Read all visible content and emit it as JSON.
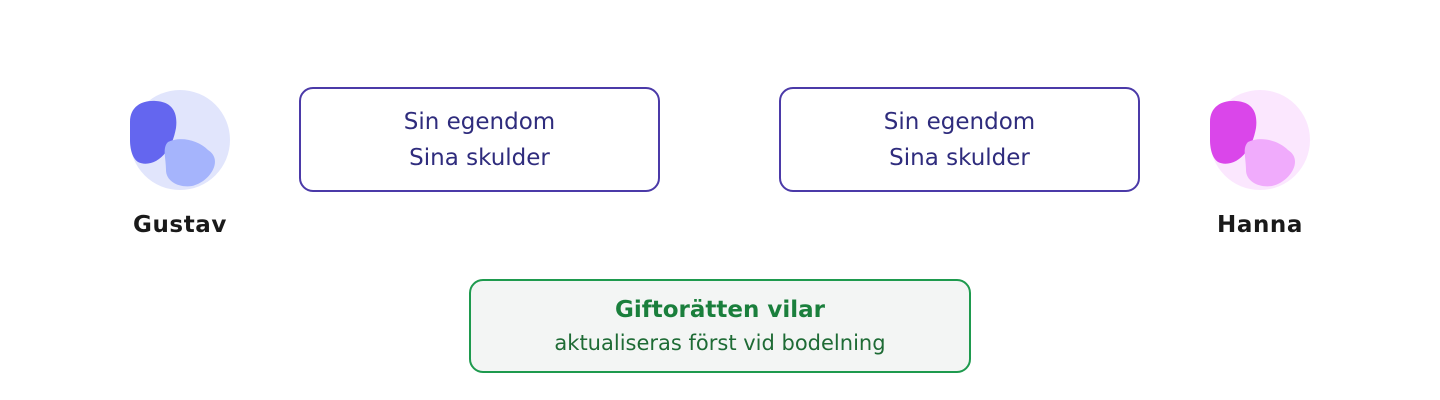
{
  "people": {
    "left": {
      "name": "Gustav",
      "icon": "person-avatar-icon",
      "colors": {
        "background": "#e1e5fc",
        "primary": "#6466ef",
        "secondary": "#a5b4fc"
      }
    },
    "right": {
      "name": "Hanna",
      "icon": "person-avatar-icon",
      "colors": {
        "background": "#fbe7fe",
        "primary": "#da46ea",
        "secondary": "#f0abfc"
      }
    }
  },
  "boxes": {
    "left": {
      "line1": "Sin egendom",
      "line2": "Sina skulder"
    },
    "right": {
      "line1": "Sin egendom",
      "line2": "Sina skulder"
    }
  },
  "center": {
    "title": "Giftorätten vilar",
    "subtitle": "aktualiseras först vid bodelning"
  },
  "colors": {
    "box_border": "#4b3aa8",
    "box_text": "#2f2c7d",
    "center_border": "#1e9a4e",
    "center_title": "#1a7f3c",
    "center_bg": "#f3f5f4"
  }
}
